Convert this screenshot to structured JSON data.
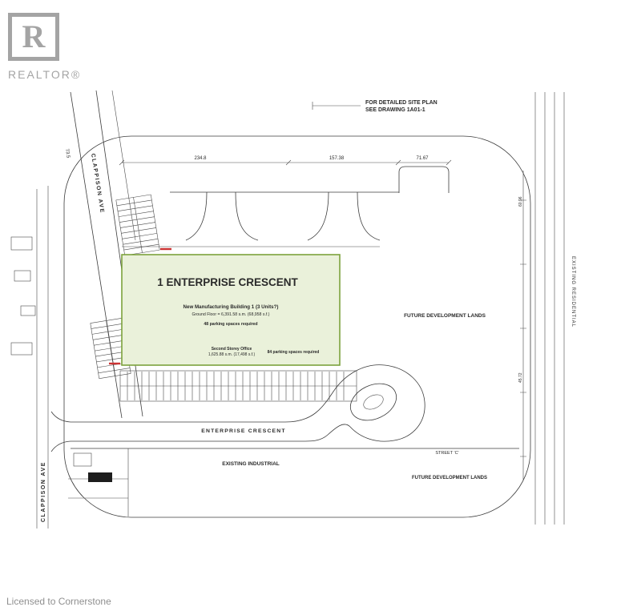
{
  "branding": {
    "logo_letter": "R",
    "logo_text": "REALTOR®",
    "footer": "Licensed to Cornerstone"
  },
  "note": {
    "line1": "FOR DETAILED SITE PLAN",
    "line2": "SEE DRAWING 1A01-1"
  },
  "building": {
    "title": "1 ENTERPRISE CRESCENT",
    "subtitle": "New Manufacturing Building 1 (3 Units?)",
    "ground_floor": "Ground Floor = 6,391.58 s.m. (68,958 s.f.)",
    "parking": "48 parking spaces required",
    "office_line1": "Second Storey Office",
    "office_line2": "1,625.88 s.m. (17,498 s.f.)",
    "office_parking": "84 parking spaces required"
  },
  "streets": {
    "clappison_upper": "CLAPPISON AVE",
    "clappison_lower": "CLAPPISON AVE",
    "enterprise": "ENTERPRISE CRESCENT",
    "street_c": "STREET 'C'"
  },
  "areas": {
    "future_mid": "FUTURE DEVELOPMENT LANDS",
    "future_south": "FUTURE DEVELOPMENT LANDS",
    "existing_industrial": "EXISTING INDUSTRIAL",
    "existing_residential": "EXISTING RESIDENTIAL"
  },
  "dimensions": {
    "top_left": "234.8",
    "top_mid": "157.38",
    "top_right": "71.67",
    "west": "73.5",
    "east_upper": "60.96",
    "east_lower": "45.72"
  },
  "colors": {
    "building_fill": "#eaf1da",
    "building_stroke": "#7ca23c",
    "line": "#3c3c3c",
    "marker_red": "#cc3333",
    "logo_gray": "#a4a4a4"
  }
}
